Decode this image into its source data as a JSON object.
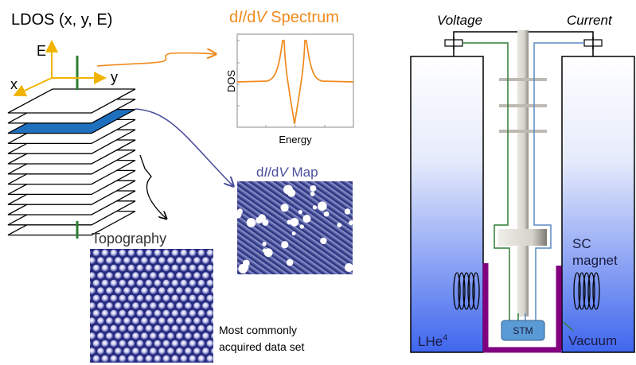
{
  "ldos": {
    "title": "LDOS (x, y, E)",
    "axis_e": "E",
    "axis_x": "x",
    "axis_y": "y",
    "sheet_count": 13,
    "highlighted_sheet": 2
  },
  "spectrum": {
    "title_d1": "d",
    "title_i": "I",
    "title_slash": "/d",
    "title_v": "V",
    "title_rest": " Spectrum",
    "ylabel": "DOS",
    "xlabel": "Energy"
  },
  "map": {
    "title_d1": "d",
    "title_i": "I",
    "title_slash": "/d",
    "title_v": "V",
    "title_rest": " Map"
  },
  "topography": {
    "title": "Topography",
    "caption_line1": "Most commonly",
    "caption_line2": "acquired data set"
  },
  "apparatus": {
    "voltage": "Voltage",
    "current": "Current",
    "sc_line1": "SC",
    "sc_line2": "magnet",
    "lhe": "LHe",
    "lhe_sup": "4",
    "stm": "STM",
    "vacuum": "Vacuum"
  },
  "colors": {
    "orange": "#f08a1c",
    "purple_blue": "#4b4f9c",
    "axis_yellow": "#f0b400",
    "green": "#2e7d32",
    "blue_sheet": "#1f6fbf",
    "magenta": "#800080"
  }
}
